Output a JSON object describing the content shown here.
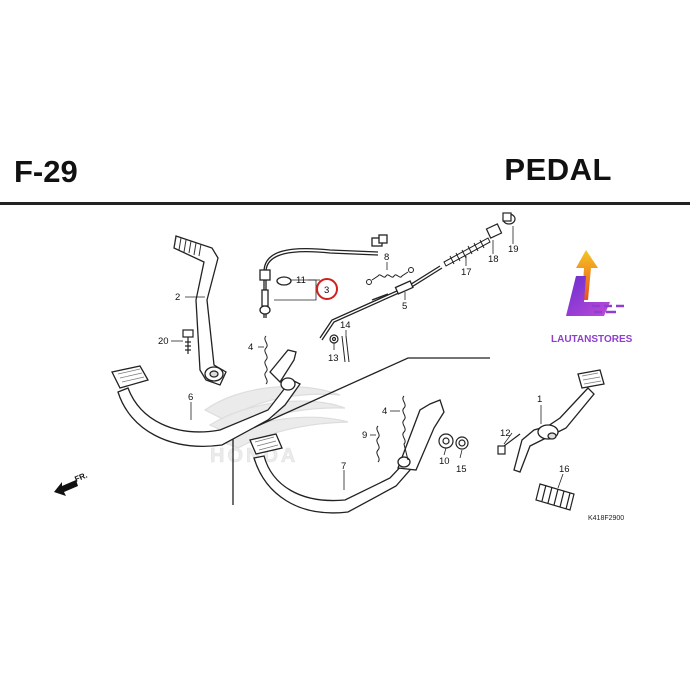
{
  "header": {
    "figure_number": "F-29",
    "section_title": "PEDAL"
  },
  "callouts": {
    "c1": "1",
    "c2": "2",
    "c3": "3",
    "c4a": "4",
    "c4b": "4",
    "c5": "5",
    "c6": "6",
    "c7": "7",
    "c8": "8",
    "c9": "9",
    "c10": "10",
    "c11": "11",
    "c12": "12",
    "c13": "13",
    "c14": "14",
    "c15": "15",
    "c16": "16",
    "c17": "17",
    "c18": "18",
    "c19": "19",
    "c20": "20"
  },
  "direction_label": "FR.",
  "watermark": "HONDA",
  "store_badge": {
    "name": "LAUTANSTORES",
    "colors": {
      "arrow_top": "#f5a623",
      "arrow_bottom": "#e8501e",
      "letter": "#8e3fd0"
    }
  },
  "drawing_code": "K418F2900",
  "highlight_color": "#d0201c"
}
